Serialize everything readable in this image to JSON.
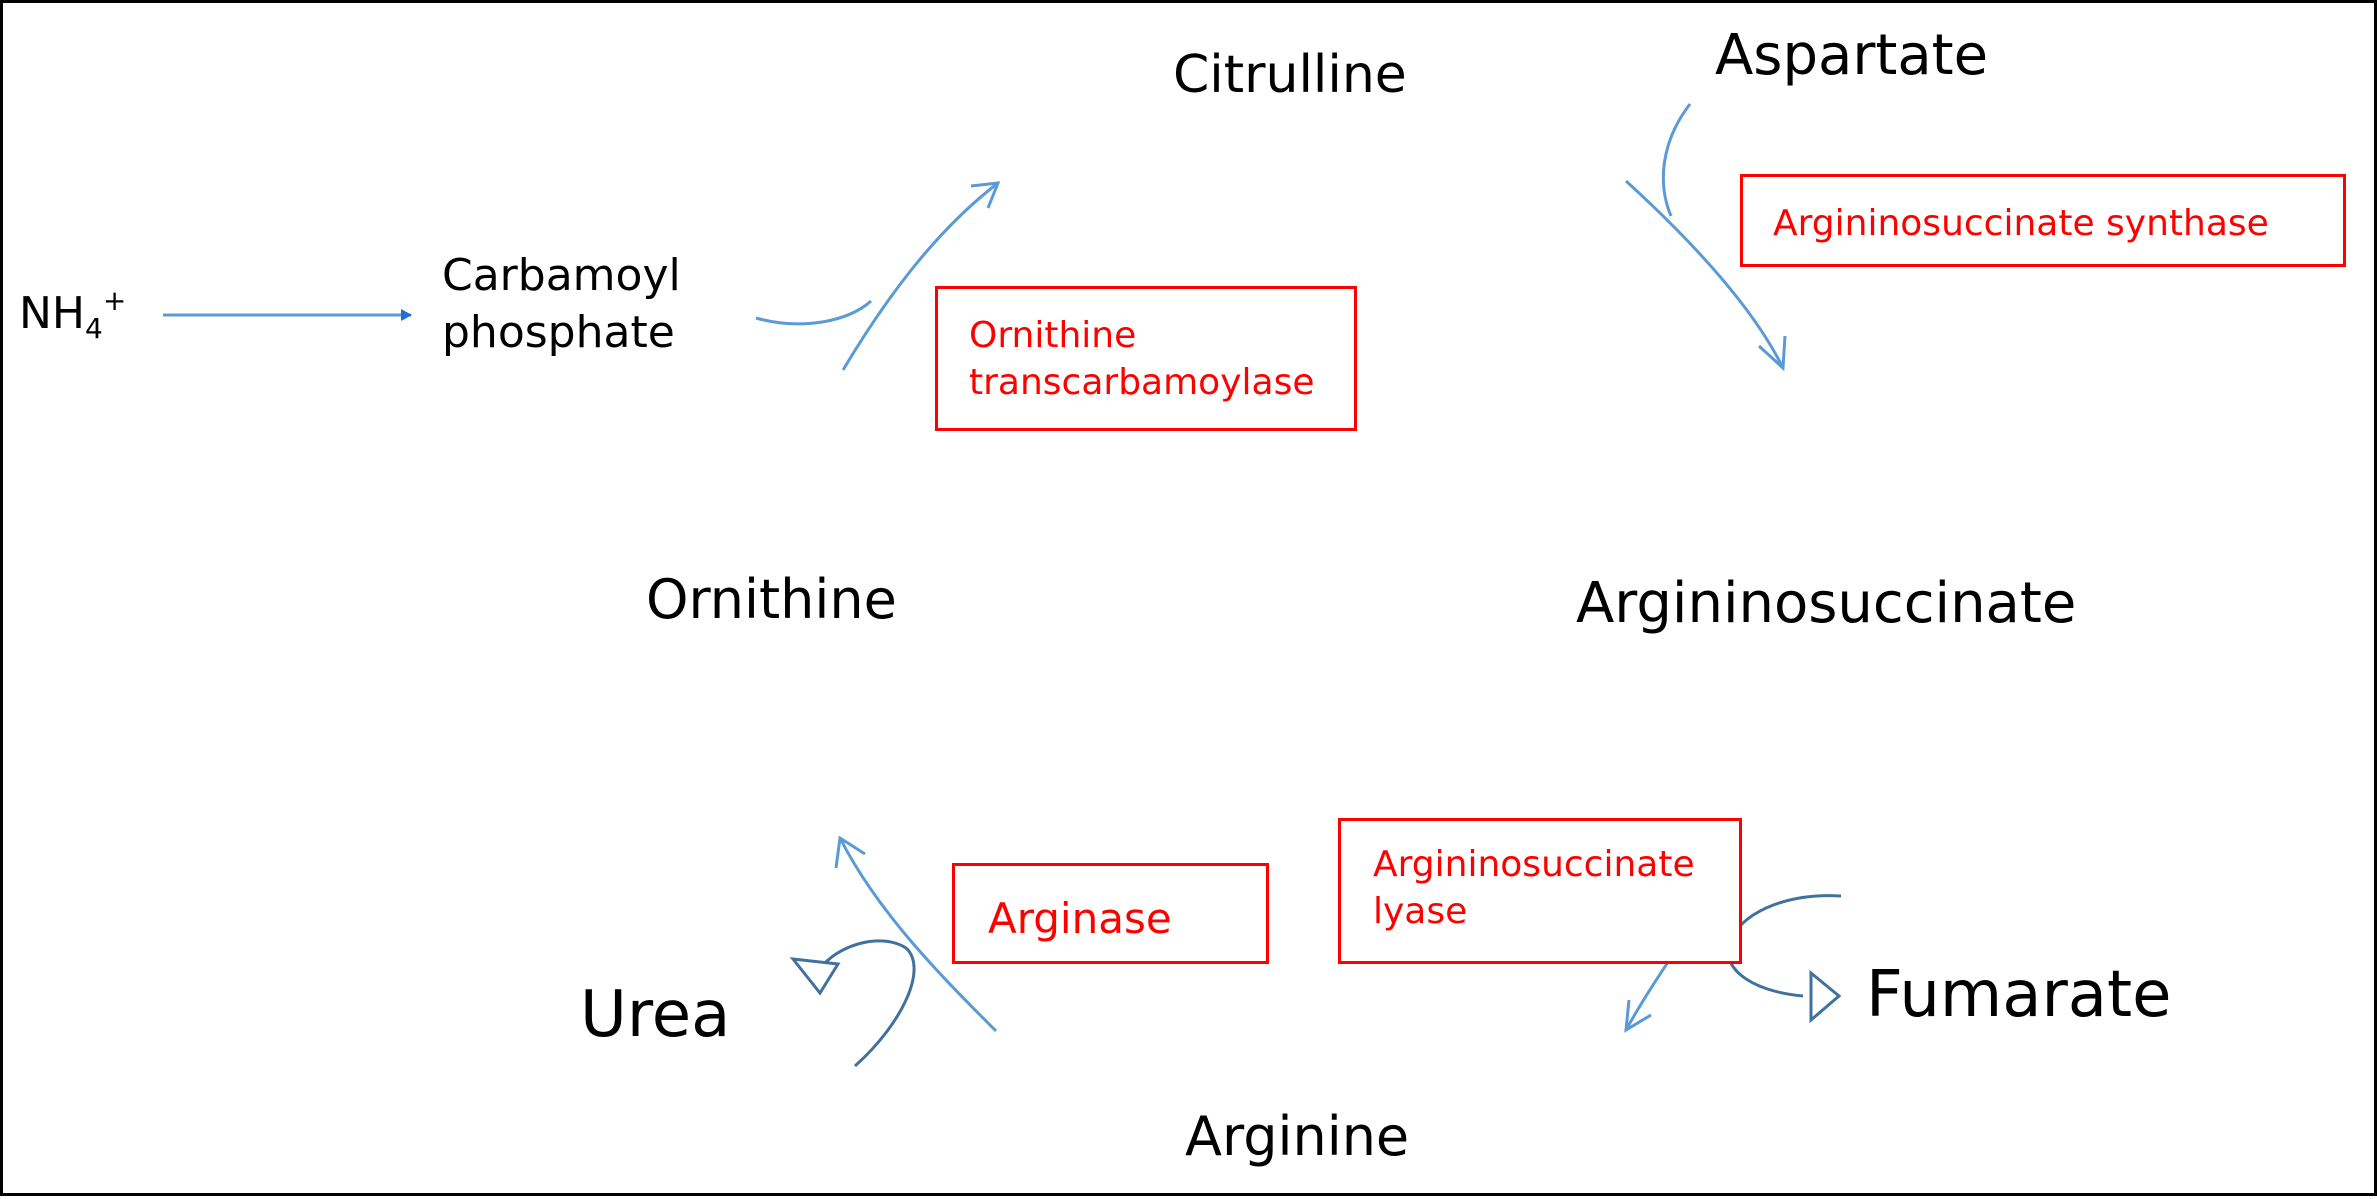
{
  "metabolites": {
    "nh4": {
      "base": "NH",
      "sub": "4",
      "sup": "+"
    },
    "carbamoyl_phosphate": {
      "line1": "Carbamoyl",
      "line2": "phosphate"
    },
    "citrulline": "Citrulline",
    "aspartate": "Aspartate",
    "ornithine": "Ornithine",
    "argininosuccinate": "Argininosuccinate",
    "urea": "Urea",
    "fumarate": "Fumarate",
    "arginine": "Arginine"
  },
  "enzymes": {
    "ornithine_transcarbamoylase": {
      "line1": "Ornithine",
      "line2": "transcarbamoylase"
    },
    "argininosuccinate_synthase": "Argininosuccinate synthase",
    "arginase": "Arginase",
    "argininosuccinate_lyase": {
      "line1": "Argininosuccinate",
      "line2": "lyase"
    }
  },
  "colors": {
    "arrow": "#5b9bd5",
    "dark_arrow": "#41719c",
    "enzyme": "#ff0000",
    "text": "#000000",
    "border": "#000000"
  }
}
